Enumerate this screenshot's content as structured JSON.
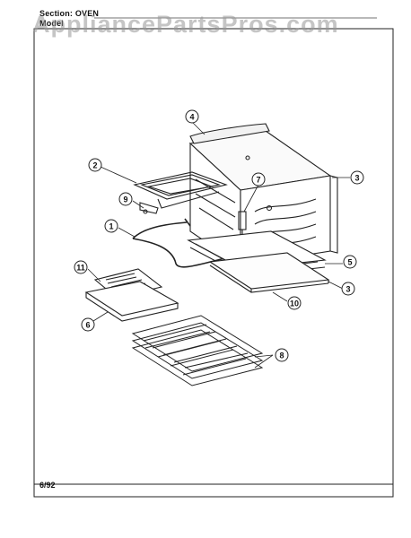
{
  "header": {
    "section_label": "Section:",
    "section_value": "OVEN",
    "model_label": "Model"
  },
  "watermark": "AppliancePartsPros.com",
  "footer": {
    "code": "6/92"
  },
  "callouts": [
    {
      "label": "1"
    },
    {
      "label": "2"
    },
    {
      "label": "3"
    },
    {
      "label": "3"
    },
    {
      "label": "4"
    },
    {
      "label": "5"
    },
    {
      "label": "6"
    },
    {
      "label": "7"
    },
    {
      "label": "8"
    },
    {
      "label": "9"
    },
    {
      "label": "10"
    },
    {
      "label": "11"
    }
  ]
}
